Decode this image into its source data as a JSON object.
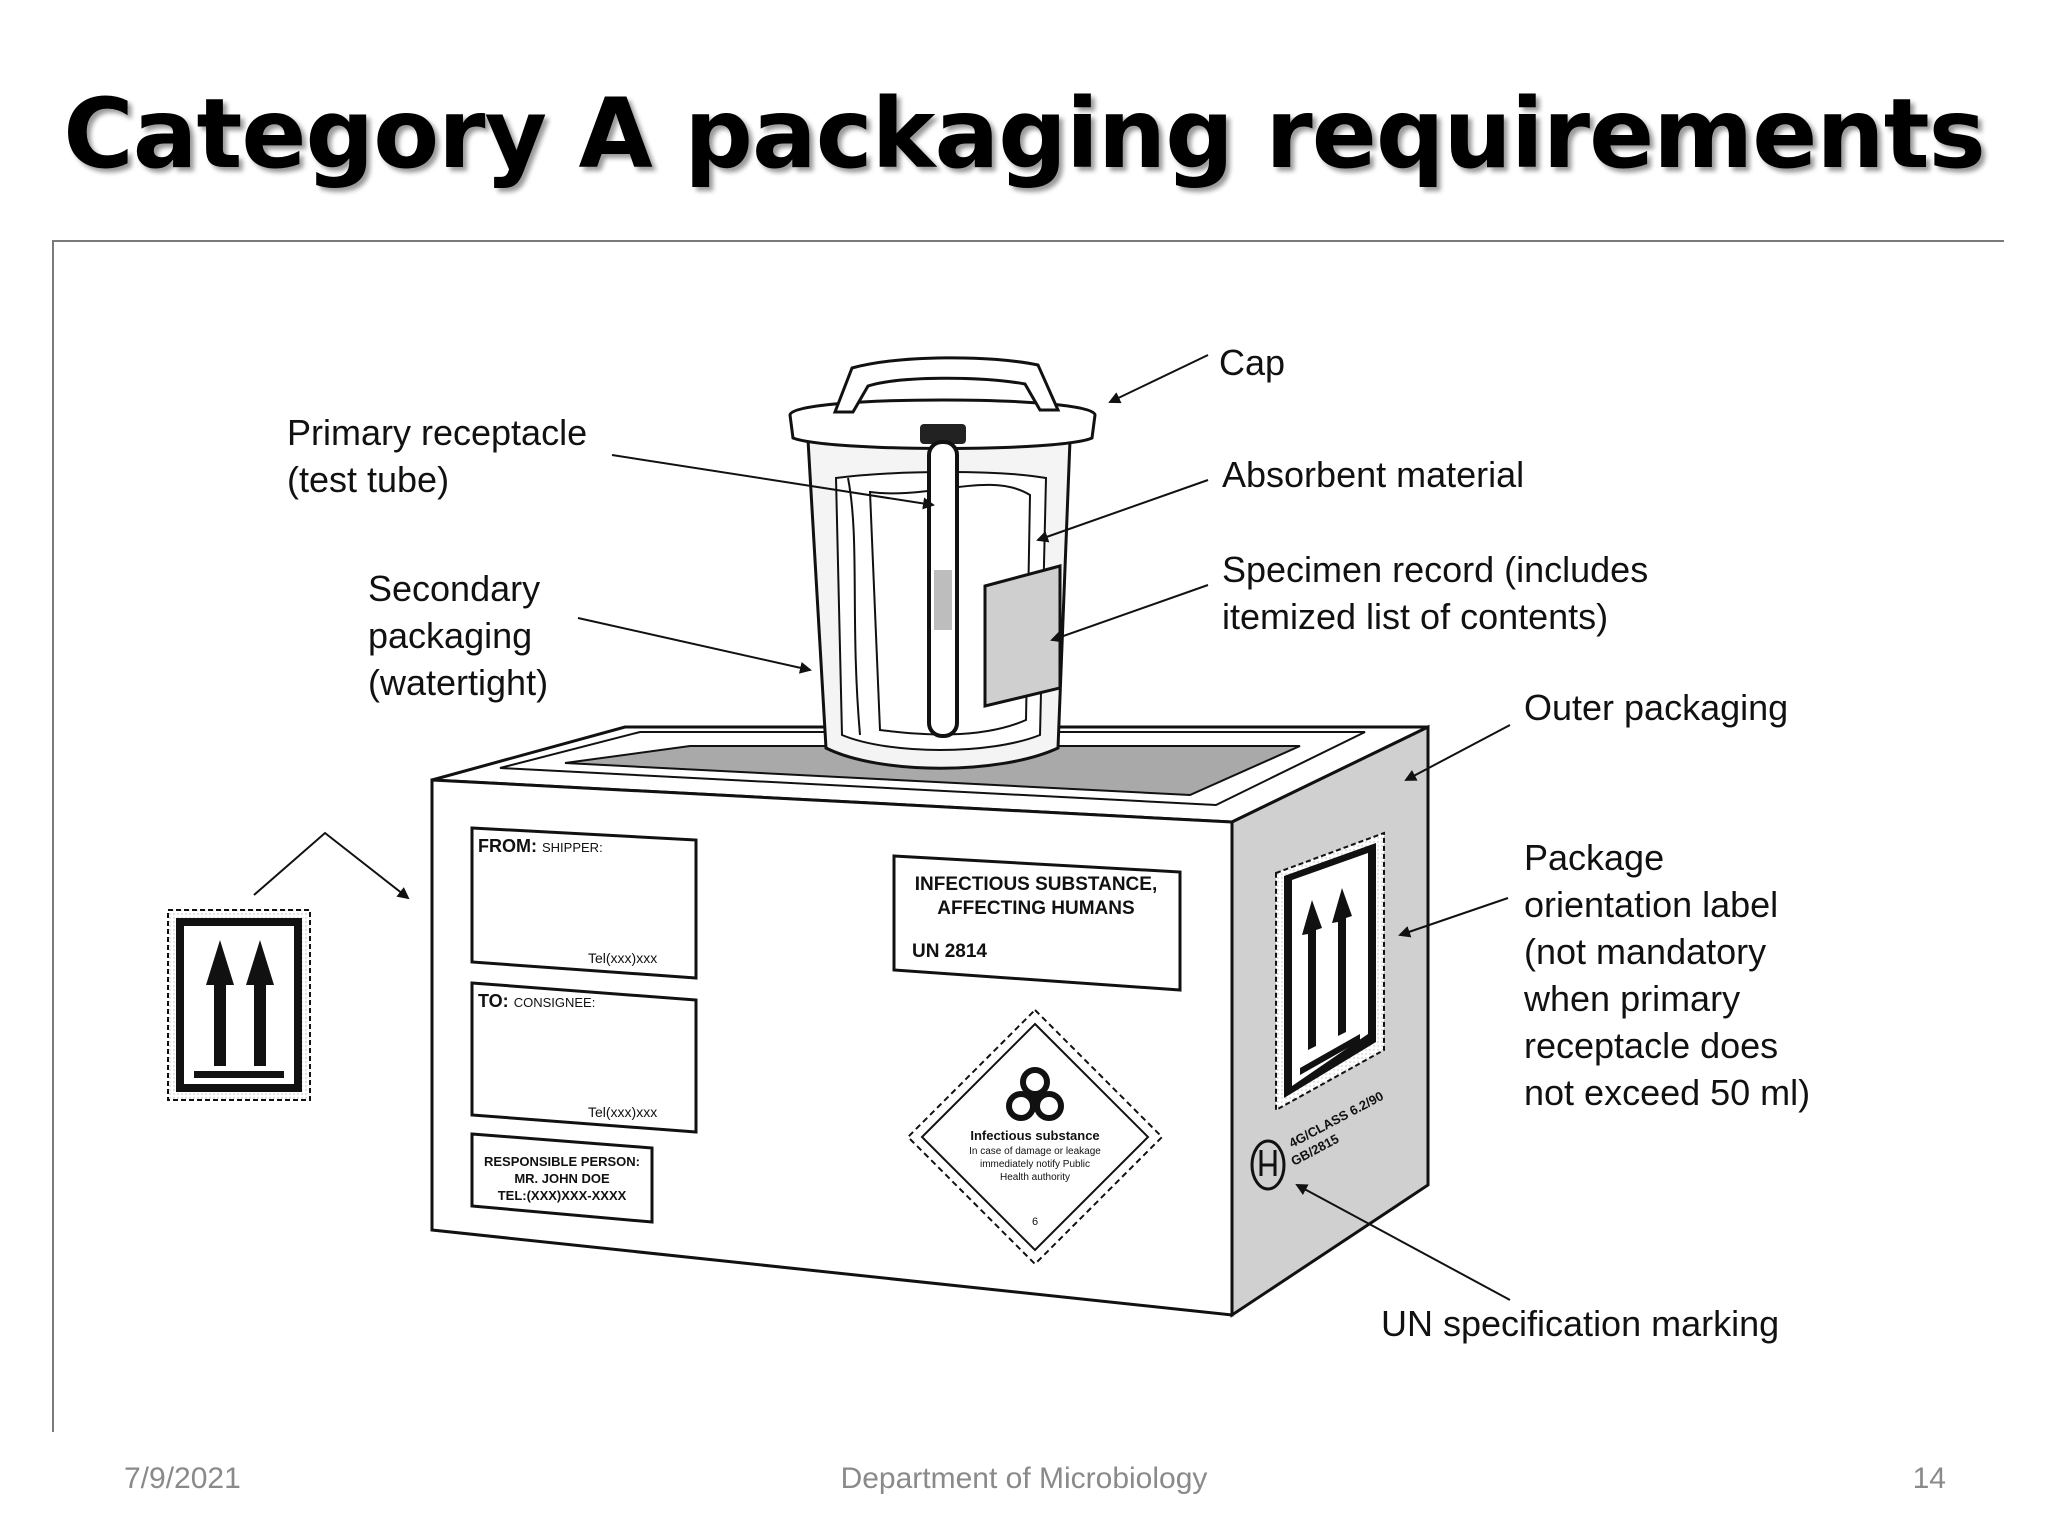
{
  "slide": {
    "title": "Category A packaging requirements",
    "footer": {
      "date": "7/9/2021",
      "center": "Department of Microbiology",
      "page": "14"
    }
  },
  "callouts": {
    "cap": "Cap",
    "primary_line1": "Primary receptacle",
    "primary_line2": "(test tube)",
    "absorbent": "Absorbent material",
    "specimen_line1": "Specimen record (includes",
    "specimen_line2": "itemized list of contents)",
    "secondary_line1": "Secondary",
    "secondary_line2": "packaging",
    "secondary_line3": "(watertight)",
    "outer": "Outer packaging",
    "orientation_line1": "Package",
    "orientation_line2": "orientation label",
    "orientation_line3": "(not mandatory",
    "orientation_line4": "when primary",
    "orientation_line5": "receptacle does",
    "orientation_line6": "not exceed 50 ml)",
    "un_marking": "UN specification marking"
  },
  "box_labels": {
    "from_label": "FROM:",
    "from_sub": "SHIPPER:",
    "from_tel": "Tel(xxx)xxx",
    "to_label": "TO:",
    "to_sub": "CONSIGNEE:",
    "to_tel": "Tel(xxx)xxx",
    "resp_line1": "RESPONSIBLE PERSON:",
    "resp_line2": "MR. JOHN DOE",
    "resp_line3": "TEL:(XXX)XXX-XXXX",
    "infect_line1": "INFECTIOUS SUBSTANCE,",
    "infect_line2": "AFFECTING HUMANS",
    "infect_un": "UN 2814",
    "diamond_line1": "Infectious substance",
    "diamond_line2": "In case of damage or leakage",
    "diamond_line3": "immediately notify Public",
    "diamond_line4": "Health authority",
    "diamond_class": "6",
    "un_code_line1": "4G/CLASS 6.2/90",
    "un_code_line2": "GB/2815"
  },
  "icons": {
    "arrows": "up-arrows-icon",
    "biohazard": "biohazard-icon",
    "un_symbol": "un-symbol-icon"
  },
  "colors": {
    "title": "#000000",
    "footer": "#8a8a8a",
    "box_face": "#ffffff",
    "box_side": "#d0d0d0",
    "box_inside": "#a9a9a9"
  }
}
